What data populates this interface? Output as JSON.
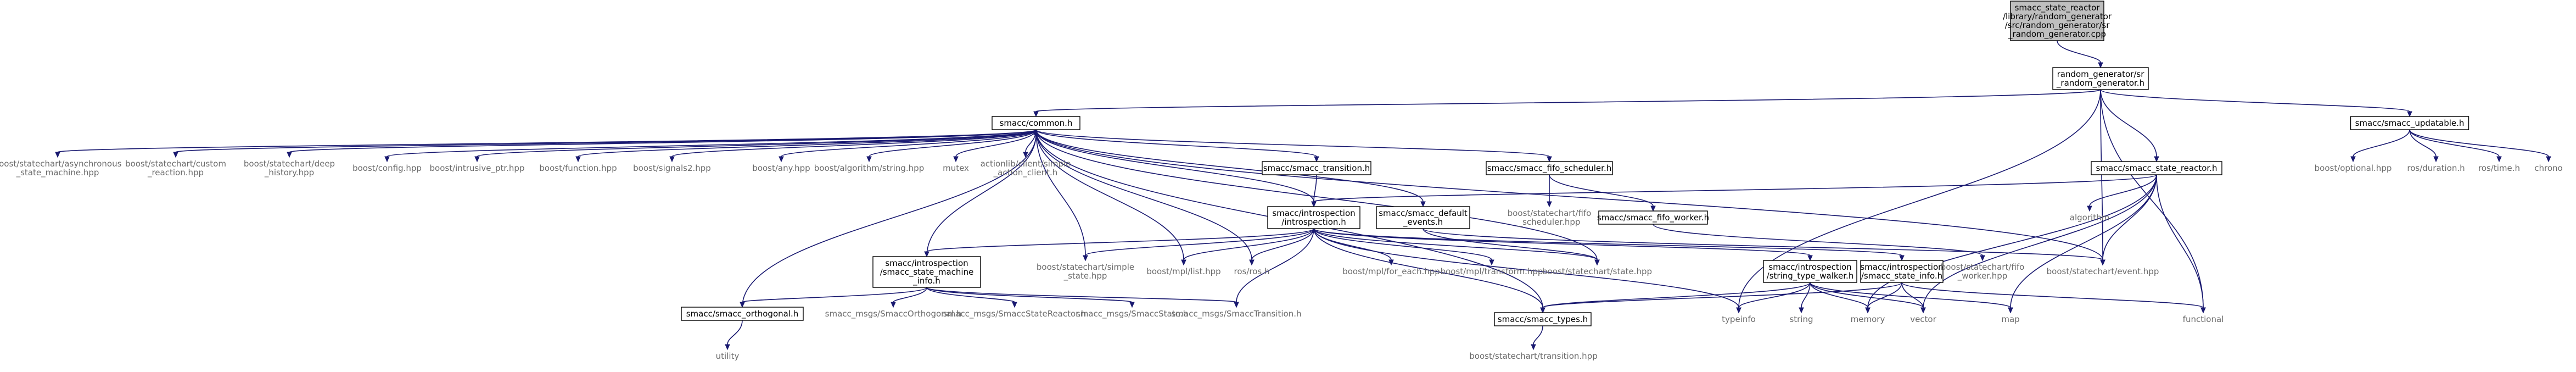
{
  "graph": {
    "nodes": [
      {
        "id": "root",
        "kind": "root",
        "lines": [
          "smacc_state_reactor",
          "/library/random_generator",
          "/src/random_generator/sr",
          "_random_generator.cpp"
        ]
      },
      {
        "id": "rg_h",
        "kind": "bordered",
        "lines": [
          "random_generator/sr",
          "_random_generator.h"
        ]
      },
      {
        "id": "common",
        "kind": "bordered",
        "lines": [
          "smacc/common.h"
        ]
      },
      {
        "id": "updatable",
        "kind": "bordered",
        "lines": [
          "smacc/smacc_updatable.h"
        ]
      },
      {
        "id": "state_reactor",
        "kind": "bordered",
        "lines": [
          "smacc/smacc_state_reactor.h"
        ]
      },
      {
        "id": "transition",
        "kind": "bordered",
        "lines": [
          "smacc/smacc_transition.h"
        ]
      },
      {
        "id": "fifo_sched",
        "kind": "bordered",
        "lines": [
          "smacc/smacc_fifo_scheduler.h"
        ]
      },
      {
        "id": "fifo_worker",
        "kind": "bordered",
        "lines": [
          "smacc/smacc_fifo_worker.h"
        ]
      },
      {
        "id": "introspection",
        "kind": "bordered",
        "lines": [
          "smacc/introspection",
          "/introspection.h"
        ]
      },
      {
        "id": "default_events",
        "kind": "bordered",
        "lines": [
          "smacc/smacc_default",
          "_events.h"
        ]
      },
      {
        "id": "sm_info",
        "kind": "bordered",
        "lines": [
          "smacc/introspection",
          "/smacc_state_machine",
          "_info.h"
        ]
      },
      {
        "id": "orthogonal",
        "kind": "bordered",
        "lines": [
          "smacc/smacc_orthogonal.h"
        ]
      },
      {
        "id": "types",
        "kind": "bordered",
        "lines": [
          "smacc/smacc_types.h"
        ]
      },
      {
        "id": "stw",
        "kind": "bordered",
        "lines": [
          "smacc/introspection",
          "/string_type_walker.h"
        ]
      },
      {
        "id": "state_info",
        "kind": "bordered",
        "lines": [
          "smacc/introspection",
          "/smacc_state_info.h"
        ]
      },
      {
        "id": "sc_async",
        "kind": "plain",
        "lines": [
          "boost/statechart/asynchronous",
          "_state_machine.hpp"
        ]
      },
      {
        "id": "sc_custom",
        "kind": "plain",
        "lines": [
          "boost/statechart/custom",
          "_reaction.hpp"
        ]
      },
      {
        "id": "sc_deep",
        "kind": "plain",
        "lines": [
          "boost/statechart/deep",
          "_history.hpp"
        ]
      },
      {
        "id": "b_config",
        "kind": "plain",
        "lines": [
          "boost/config.hpp"
        ]
      },
      {
        "id": "b_intrusive",
        "kind": "plain",
        "lines": [
          "boost/intrusive_ptr.hpp"
        ]
      },
      {
        "id": "b_function",
        "kind": "plain",
        "lines": [
          "boost/function.hpp"
        ]
      },
      {
        "id": "b_signals2",
        "kind": "plain",
        "lines": [
          "boost/signals2.hpp"
        ]
      },
      {
        "id": "b_any",
        "kind": "plain",
        "lines": [
          "boost/any.hpp"
        ]
      },
      {
        "id": "b_algo",
        "kind": "plain",
        "lines": [
          "boost/algorithm/string.hpp"
        ]
      },
      {
        "id": "mutex",
        "kind": "plain",
        "lines": [
          "mutex"
        ]
      },
      {
        "id": "actionlib",
        "kind": "plain",
        "lines": [
          "actionlib/client/simple",
          "_action_client.h"
        ]
      },
      {
        "id": "b_optional",
        "kind": "plain",
        "lines": [
          "boost/optional.hpp"
        ]
      },
      {
        "id": "ros_duration",
        "kind": "plain",
        "lines": [
          "ros/duration.h"
        ]
      },
      {
        "id": "ros_time",
        "kind": "plain",
        "lines": [
          "ros/time.h"
        ]
      },
      {
        "id": "chrono",
        "kind": "plain",
        "lines": [
          "chrono"
        ]
      },
      {
        "id": "sc_fifo_sched",
        "kind": "plain",
        "lines": [
          "boost/statechart/fifo",
          "_scheduler.hpp"
        ]
      },
      {
        "id": "algorithm",
        "kind": "plain",
        "lines": [
          "algorithm"
        ]
      },
      {
        "id": "sc_simple_state",
        "kind": "plain",
        "lines": [
          "boost/statechart/simple",
          "_state.hpp"
        ]
      },
      {
        "id": "mpl_list",
        "kind": "plain",
        "lines": [
          "boost/mpl/list.hpp"
        ]
      },
      {
        "id": "ros_ros",
        "kind": "plain",
        "lines": [
          "ros/ros.h"
        ]
      },
      {
        "id": "mpl_for_each",
        "kind": "plain",
        "lines": [
          "boost/mpl/for_each.hpp"
        ]
      },
      {
        "id": "mpl_transform",
        "kind": "plain",
        "lines": [
          "boost/mpl/transform.hpp"
        ]
      },
      {
        "id": "sc_state",
        "kind": "plain",
        "lines": [
          "boost/statechart/state.hpp"
        ]
      },
      {
        "id": "sc_fifo_worker",
        "kind": "plain",
        "lines": [
          "boost/statechart/fifo",
          "_worker.hpp"
        ]
      },
      {
        "id": "sc_event",
        "kind": "plain",
        "lines": [
          "boost/statechart/event.hpp"
        ]
      },
      {
        "id": "msg_orthogonal",
        "kind": "plain",
        "lines": [
          "smacc_msgs/SmaccOrthogonal.h"
        ]
      },
      {
        "id": "msg_reactor",
        "kind": "plain",
        "lines": [
          "smacc_msgs/SmaccStateReactor.h"
        ]
      },
      {
        "id": "msg_state",
        "kind": "plain",
        "lines": [
          "smacc_msgs/SmaccState.h"
        ]
      },
      {
        "id": "msg_transition",
        "kind": "plain",
        "lines": [
          "smacc_msgs/SmaccTransition.h"
        ]
      },
      {
        "id": "typeinfo",
        "kind": "plain",
        "lines": [
          "typeinfo"
        ]
      },
      {
        "id": "string",
        "kind": "plain",
        "lines": [
          "string"
        ]
      },
      {
        "id": "memory",
        "kind": "plain",
        "lines": [
          "memory"
        ]
      },
      {
        "id": "vector",
        "kind": "plain",
        "lines": [
          "vector"
        ]
      },
      {
        "id": "map",
        "kind": "plain",
        "lines": [
          "map"
        ]
      },
      {
        "id": "functional",
        "kind": "plain",
        "lines": [
          "functional"
        ]
      },
      {
        "id": "utility",
        "kind": "plain",
        "lines": [
          "utility"
        ]
      },
      {
        "id": "sc_transition",
        "kind": "plain",
        "lines": [
          "boost/statechart/transition.hpp"
        ]
      }
    ],
    "edges": [
      [
        "root",
        "rg_h"
      ],
      [
        "rg_h",
        "common"
      ],
      [
        "rg_h",
        "updatable"
      ],
      [
        "rg_h",
        "state_reactor"
      ],
      [
        "rg_h",
        "typeinfo"
      ],
      [
        "rg_h",
        "functional"
      ],
      [
        "rg_h",
        "sc_event"
      ],
      [
        "common",
        "sc_async"
      ],
      [
        "common",
        "sc_custom"
      ],
      [
        "common",
        "sc_deep"
      ],
      [
        "common",
        "b_config"
      ],
      [
        "common",
        "b_intrusive"
      ],
      [
        "common",
        "b_function"
      ],
      [
        "common",
        "b_signals2"
      ],
      [
        "common",
        "b_any"
      ],
      [
        "common",
        "b_algo"
      ],
      [
        "common",
        "mutex"
      ],
      [
        "common",
        "actionlib"
      ],
      [
        "common",
        "transition"
      ],
      [
        "common",
        "fifo_sched"
      ],
      [
        "common",
        "introspection"
      ],
      [
        "common",
        "default_events"
      ],
      [
        "common",
        "sc_event"
      ],
      [
        "common",
        "types"
      ],
      [
        "common",
        "mpl_list"
      ],
      [
        "common",
        "ros_ros"
      ],
      [
        "common",
        "sc_simple_state"
      ],
      [
        "common",
        "sc_state"
      ],
      [
        "updatable",
        "b_optional"
      ],
      [
        "updatable",
        "ros_duration"
      ],
      [
        "updatable",
        "ros_time"
      ],
      [
        "updatable",
        "chrono"
      ],
      [
        "state_reactor",
        "introspection"
      ],
      [
        "state_reactor",
        "algorithm"
      ],
      [
        "state_reactor",
        "sc_event"
      ],
      [
        "state_reactor",
        "vector"
      ],
      [
        "state_reactor",
        "map"
      ],
      [
        "state_reactor",
        "functional"
      ],
      [
        "state_reactor",
        "memory"
      ],
      [
        "transition",
        "introspection"
      ],
      [
        "fifo_sched",
        "sc_fifo_sched"
      ],
      [
        "fifo_sched",
        "fifo_worker"
      ],
      [
        "fifo_worker",
        "sc_fifo_worker"
      ],
      [
        "introspection",
        "sm_info"
      ],
      [
        "introspection",
        "sc_simple_state"
      ],
      [
        "introspection",
        "mpl_list"
      ],
      [
        "introspection",
        "ros_ros"
      ],
      [
        "introspection",
        "mpl_for_each"
      ],
      [
        "introspection",
        "mpl_transform"
      ],
      [
        "introspection",
        "sc_state"
      ],
      [
        "introspection",
        "types"
      ],
      [
        "introspection",
        "stw"
      ],
      [
        "introspection",
        "state_info"
      ],
      [
        "introspection",
        "typeinfo"
      ],
      [
        "introspection",
        "msg_transition"
      ],
      [
        "default_events",
        "sc_state"
      ],
      [
        "default_events",
        "sc_event"
      ],
      [
        "sm_info",
        "common"
      ],
      [
        "sm_info",
        "orthogonal"
      ],
      [
        "sm_info",
        "msg_orthogonal"
      ],
      [
        "sm_info",
        "msg_reactor"
      ],
      [
        "sm_info",
        "msg_state"
      ],
      [
        "sm_info",
        "msg_transition"
      ],
      [
        "orthogonal",
        "common"
      ],
      [
        "orthogonal",
        "utility"
      ],
      [
        "stw",
        "typeinfo"
      ],
      [
        "stw",
        "string"
      ],
      [
        "stw",
        "memory"
      ],
      [
        "stw",
        "vector"
      ],
      [
        "stw",
        "types"
      ],
      [
        "stw",
        "map"
      ],
      [
        "state_info",
        "memory"
      ],
      [
        "state_info",
        "vector"
      ],
      [
        "state_info",
        "functional"
      ],
      [
        "state_info",
        "types"
      ],
      [
        "types",
        "sc_transition"
      ]
    ]
  }
}
